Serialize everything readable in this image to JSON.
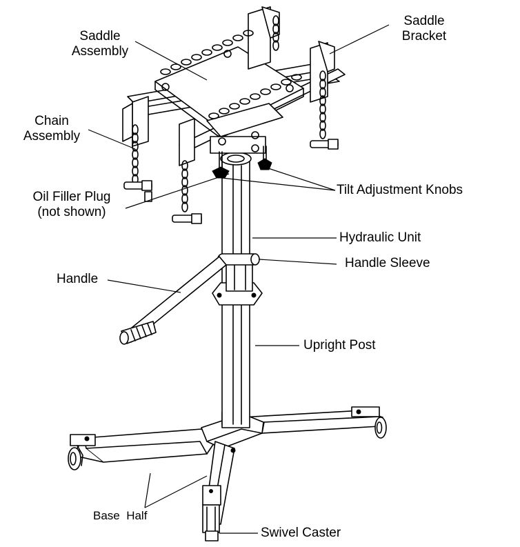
{
  "labels": {
    "saddle_assembly": [
      "Saddle",
      "Assembly"
    ],
    "saddle_bracket": [
      "Saddle",
      "Bracket"
    ],
    "chain_assembly": [
      "Chain",
      "Assembly"
    ],
    "tilt_adjustment_knobs": "Tilt Adjustment Knobs",
    "oil_filler_plug": [
      "Oil Filler Plug",
      "(not shown)"
    ],
    "hydraulic_unit": "Hydraulic Unit",
    "handle_sleeve": "Handle Sleeve",
    "handle": "Handle",
    "upright_post": "Upright Post",
    "base_half": "Base  Half",
    "swivel_caster": "Swivel Caster"
  },
  "colors": {
    "ink": "#000000",
    "paper": "#ffffff"
  }
}
